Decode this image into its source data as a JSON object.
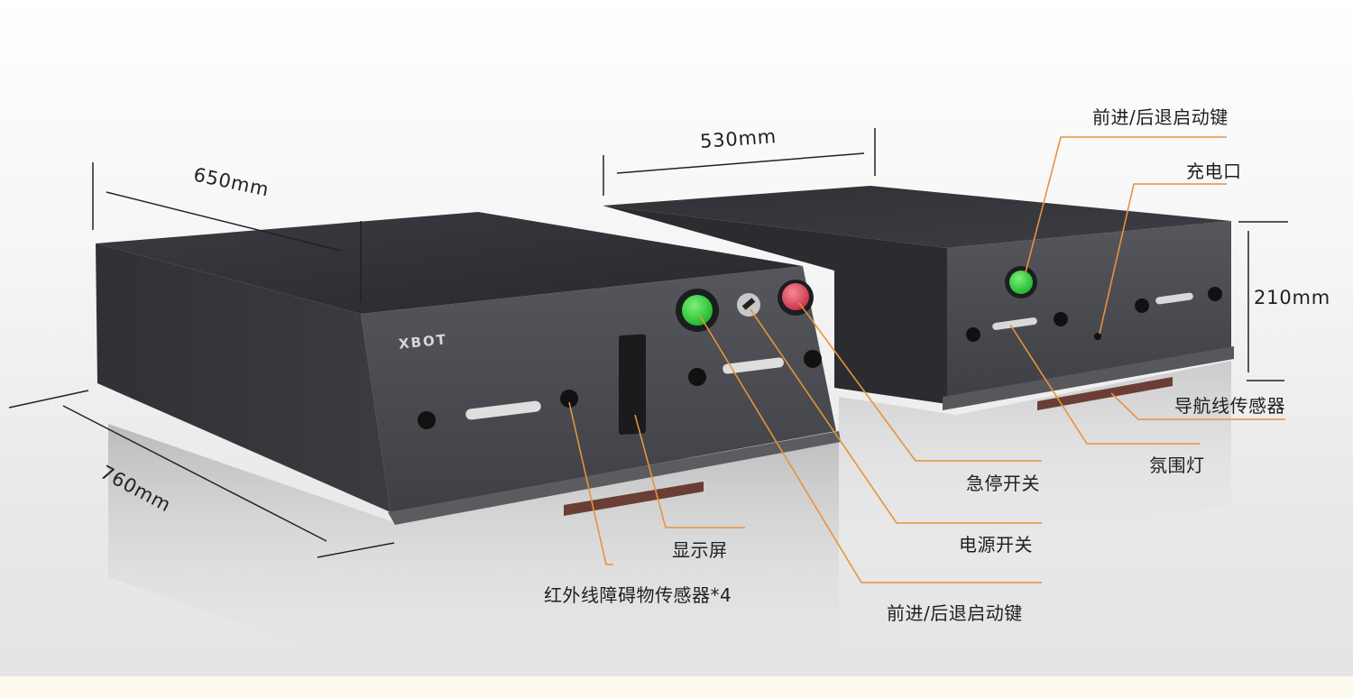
{
  "brand": "XBOT",
  "dimensions": {
    "length": "650mm",
    "depth": "760mm",
    "width": "530mm",
    "height": "210mm"
  },
  "callouts": {
    "forward_back_start_top": "前进/后退启动键",
    "charging_port": "充电口",
    "nav_line_sensor": "导航线传感器",
    "ambient_light": "氛围灯",
    "emergency_stop": "急停开关",
    "power_switch": "电源开关",
    "forward_back_start_bottom": "前进/后退启动键",
    "display_screen": "显示屏",
    "ir_obstacle_sensor": "红外线障碍物传感器*4"
  },
  "colors": {
    "body": "#3b3d42",
    "top": "#2c2e33",
    "leader_line": "#e8923c",
    "green_button": "#2fd23a",
    "red_button": "#e0455a"
  }
}
